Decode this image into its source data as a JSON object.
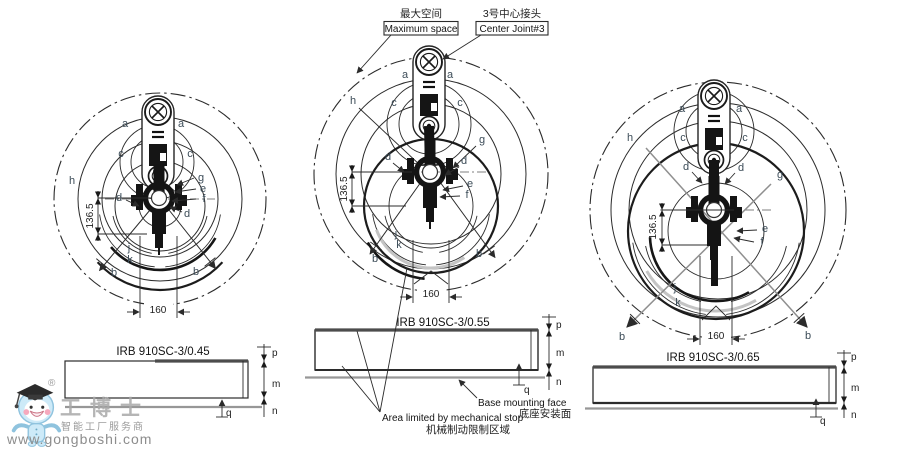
{
  "ann": {
    "max_zh": "最大空间",
    "max_en": "Maximum space",
    "cj_zh": "3号中心接头",
    "cj_en": "Center Joint#3",
    "area_en": "Area limited by mechanical stop",
    "area_zh": "机械制动限制区域",
    "base_en": "Base mounting face",
    "base_zh": "底座安装面"
  },
  "L": {
    "a": "a",
    "b": "b",
    "c": "c",
    "d": "d",
    "e": "e",
    "f": "f",
    "g": "g",
    "h": "h",
    "j": "j",
    "k": "k"
  },
  "D": {
    "p": "p",
    "m": "m",
    "n": "n",
    "q": "q"
  },
  "dim": {
    "off": "136.5",
    "width": "160"
  },
  "models": [
    {
      "title": "IRB 910SC-3/0.45"
    },
    {
      "title": "IRB 910SC-3/0.55"
    },
    {
      "title": "IRB 910SC-3/0.65"
    }
  ],
  "logo": {
    "brand": "工博士",
    "reg": "®",
    "tagline": "智能工厂服务商",
    "website": "www.gongboshi.com"
  }
}
